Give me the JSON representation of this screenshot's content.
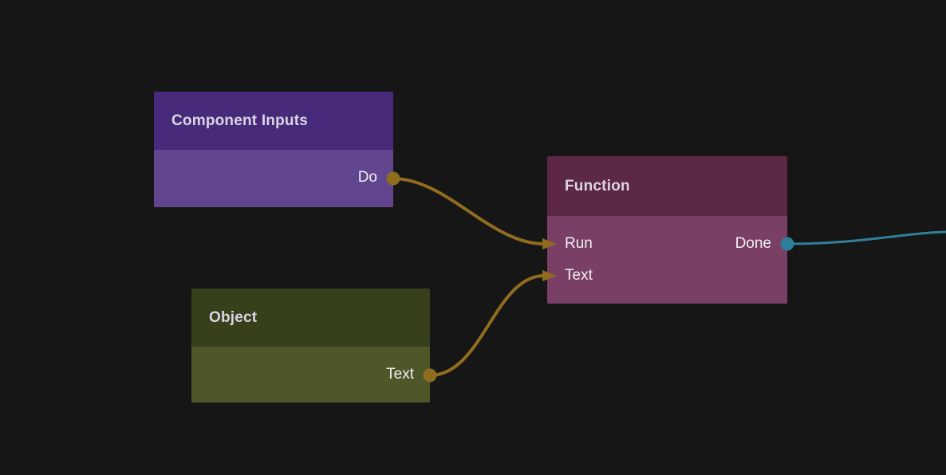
{
  "app": {
    "view": "behavior-node-graph-canvas"
  },
  "canvas": {
    "background": "#161616"
  },
  "theme": {
    "wire_gold": "#906c1f",
    "wire_teal": "#30809b"
  },
  "nodes": [
    {
      "title": "Component Inputs",
      "colors": {
        "header": "#472b7a",
        "body": "#61458f"
      },
      "inputs": [],
      "outputs": [
        {
          "label": "Do",
          "port_color": "#906c1f"
        }
      ]
    },
    {
      "title": "Function",
      "colors": {
        "header": "#5c2846",
        "body": "#7a3f65"
      },
      "inputs": [
        {
          "label": "Run"
        },
        {
          "label": "Text"
        }
      ],
      "outputs": [
        {
          "label": "Done",
          "port_color": "#2d7f9b"
        }
      ]
    },
    {
      "title": "Object",
      "colors": {
        "header": "#36411c",
        "body": "#4f5629"
      },
      "inputs": [],
      "outputs": [
        {
          "label": "Text",
          "port_color": "#906c1f"
        }
      ]
    }
  ],
  "wires": [
    {
      "from": "Component Inputs.Do",
      "to": "Function.Run",
      "color": "#906c1f"
    },
    {
      "from": "Object.Text",
      "to": "Function.Text",
      "color": "#906c1f"
    },
    {
      "from": "Function.Done",
      "to": "off-screen-right",
      "color": "#30809b"
    }
  ]
}
